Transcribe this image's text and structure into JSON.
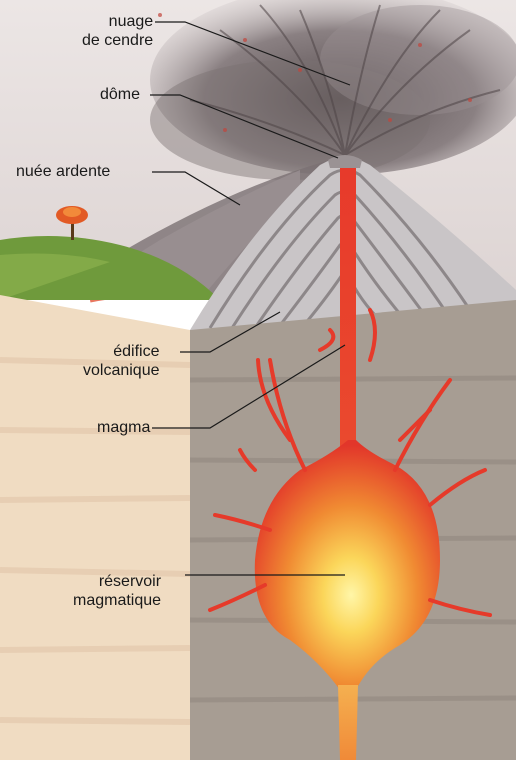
{
  "labels": {
    "ash_cloud": {
      "line1": "nuage",
      "line2": "de cendre"
    },
    "dome": "dôme",
    "pyroclastic_flow": "nuée ardente",
    "volcanic_edifice": {
      "line1": "édifice",
      "line2": "volcanique"
    },
    "magma": "magma",
    "magma_chamber": {
      "line1": "réservoir",
      "line2": "magmatique"
    }
  },
  "colors": {
    "magma": "#e8372a",
    "magma_core": "#fff3a0",
    "ash": "#6e6466",
    "sky": "#e6dfdf",
    "ground_left": "#f0d9bf",
    "ground_right": "#a49a90",
    "volcano_layers": "#b8b4b6",
    "grass": "#6f9a3c"
  }
}
